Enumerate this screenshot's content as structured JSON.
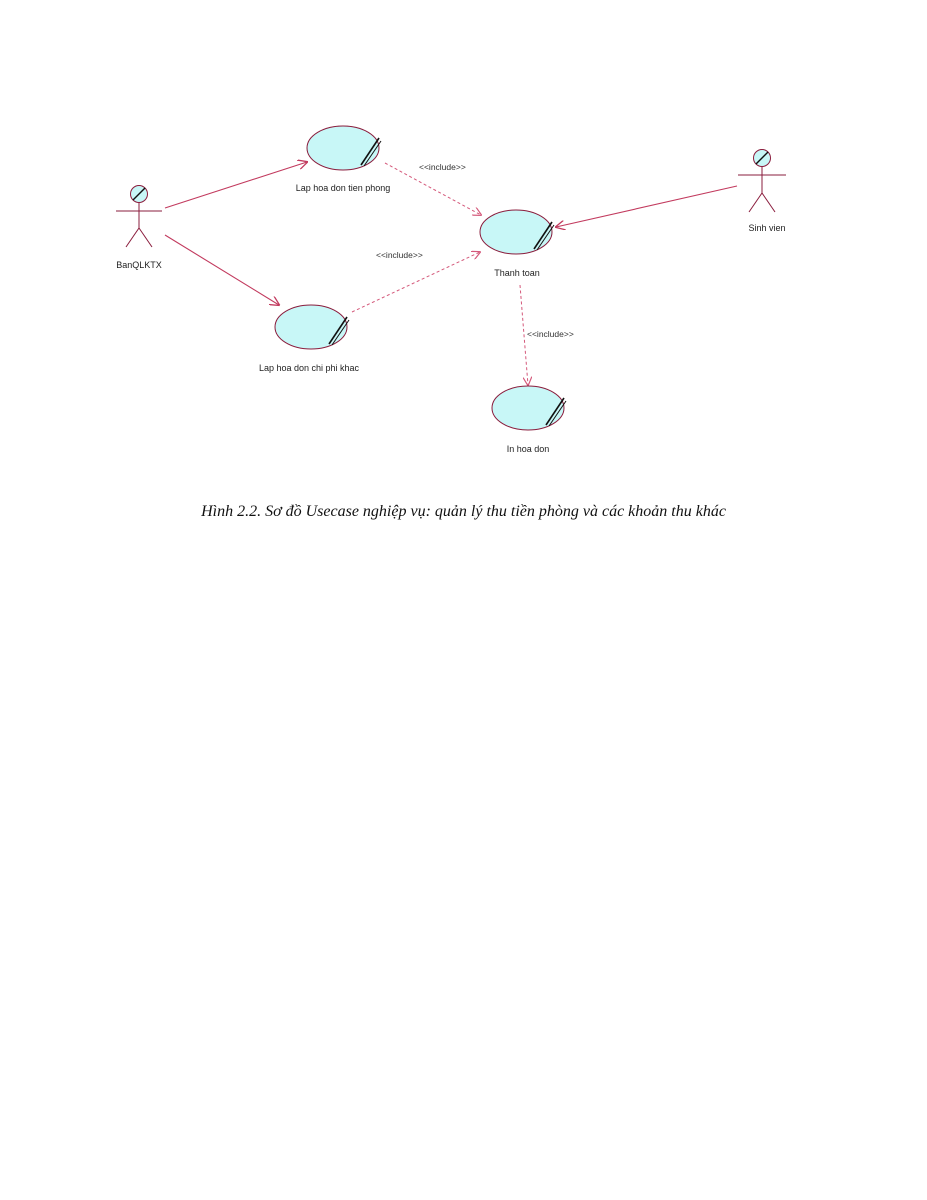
{
  "colors": {
    "usecase_fill": "#c8f7f7",
    "usecase_stroke": "#8a1c3c",
    "actor_stroke": "#8a1c3c",
    "association": "#c23a5e",
    "include": "#d4587a"
  },
  "diagram": {
    "actors": [
      {
        "id": "banqlktx",
        "label": "BanQLKTX",
        "icon": "stick-figure-actor-icon"
      },
      {
        "id": "sinhvien",
        "label": "Sinh vien",
        "icon": "stick-figure-actor-icon"
      }
    ],
    "usecases": [
      {
        "id": "lap_tien_phong",
        "label": "Lap hoa don tien phong",
        "icon": "usecase-ellipse-icon"
      },
      {
        "id": "thanh_toan",
        "label": "Thanh toan",
        "icon": "usecase-ellipse-icon"
      },
      {
        "id": "lap_chi_phi_khac",
        "label": "Lap hoa don chi phi khac",
        "icon": "usecase-ellipse-icon"
      },
      {
        "id": "in_hoa_don",
        "label": "In hoa don",
        "icon": "usecase-ellipse-icon"
      }
    ],
    "relations": [
      {
        "from": "banqlktx",
        "to": "lap_tien_phong",
        "kind": "association"
      },
      {
        "from": "banqlktx",
        "to": "lap_chi_phi_khac",
        "kind": "association"
      },
      {
        "from": "sinhvien",
        "to": "thanh_toan",
        "kind": "association"
      },
      {
        "from": "lap_tien_phong",
        "to": "thanh_toan",
        "kind": "include",
        "label": "<<include>>"
      },
      {
        "from": "lap_chi_phi_khac",
        "to": "thanh_toan",
        "kind": "include",
        "label": "<<include>>"
      },
      {
        "from": "thanh_toan",
        "to": "in_hoa_don",
        "kind": "include",
        "label": "<<include>>"
      }
    ]
  },
  "caption": "Hình 2.2. Sơ đồ Usecase nghiệp vụ: quản lý thu tiền phòng và các khoản thu khác"
}
